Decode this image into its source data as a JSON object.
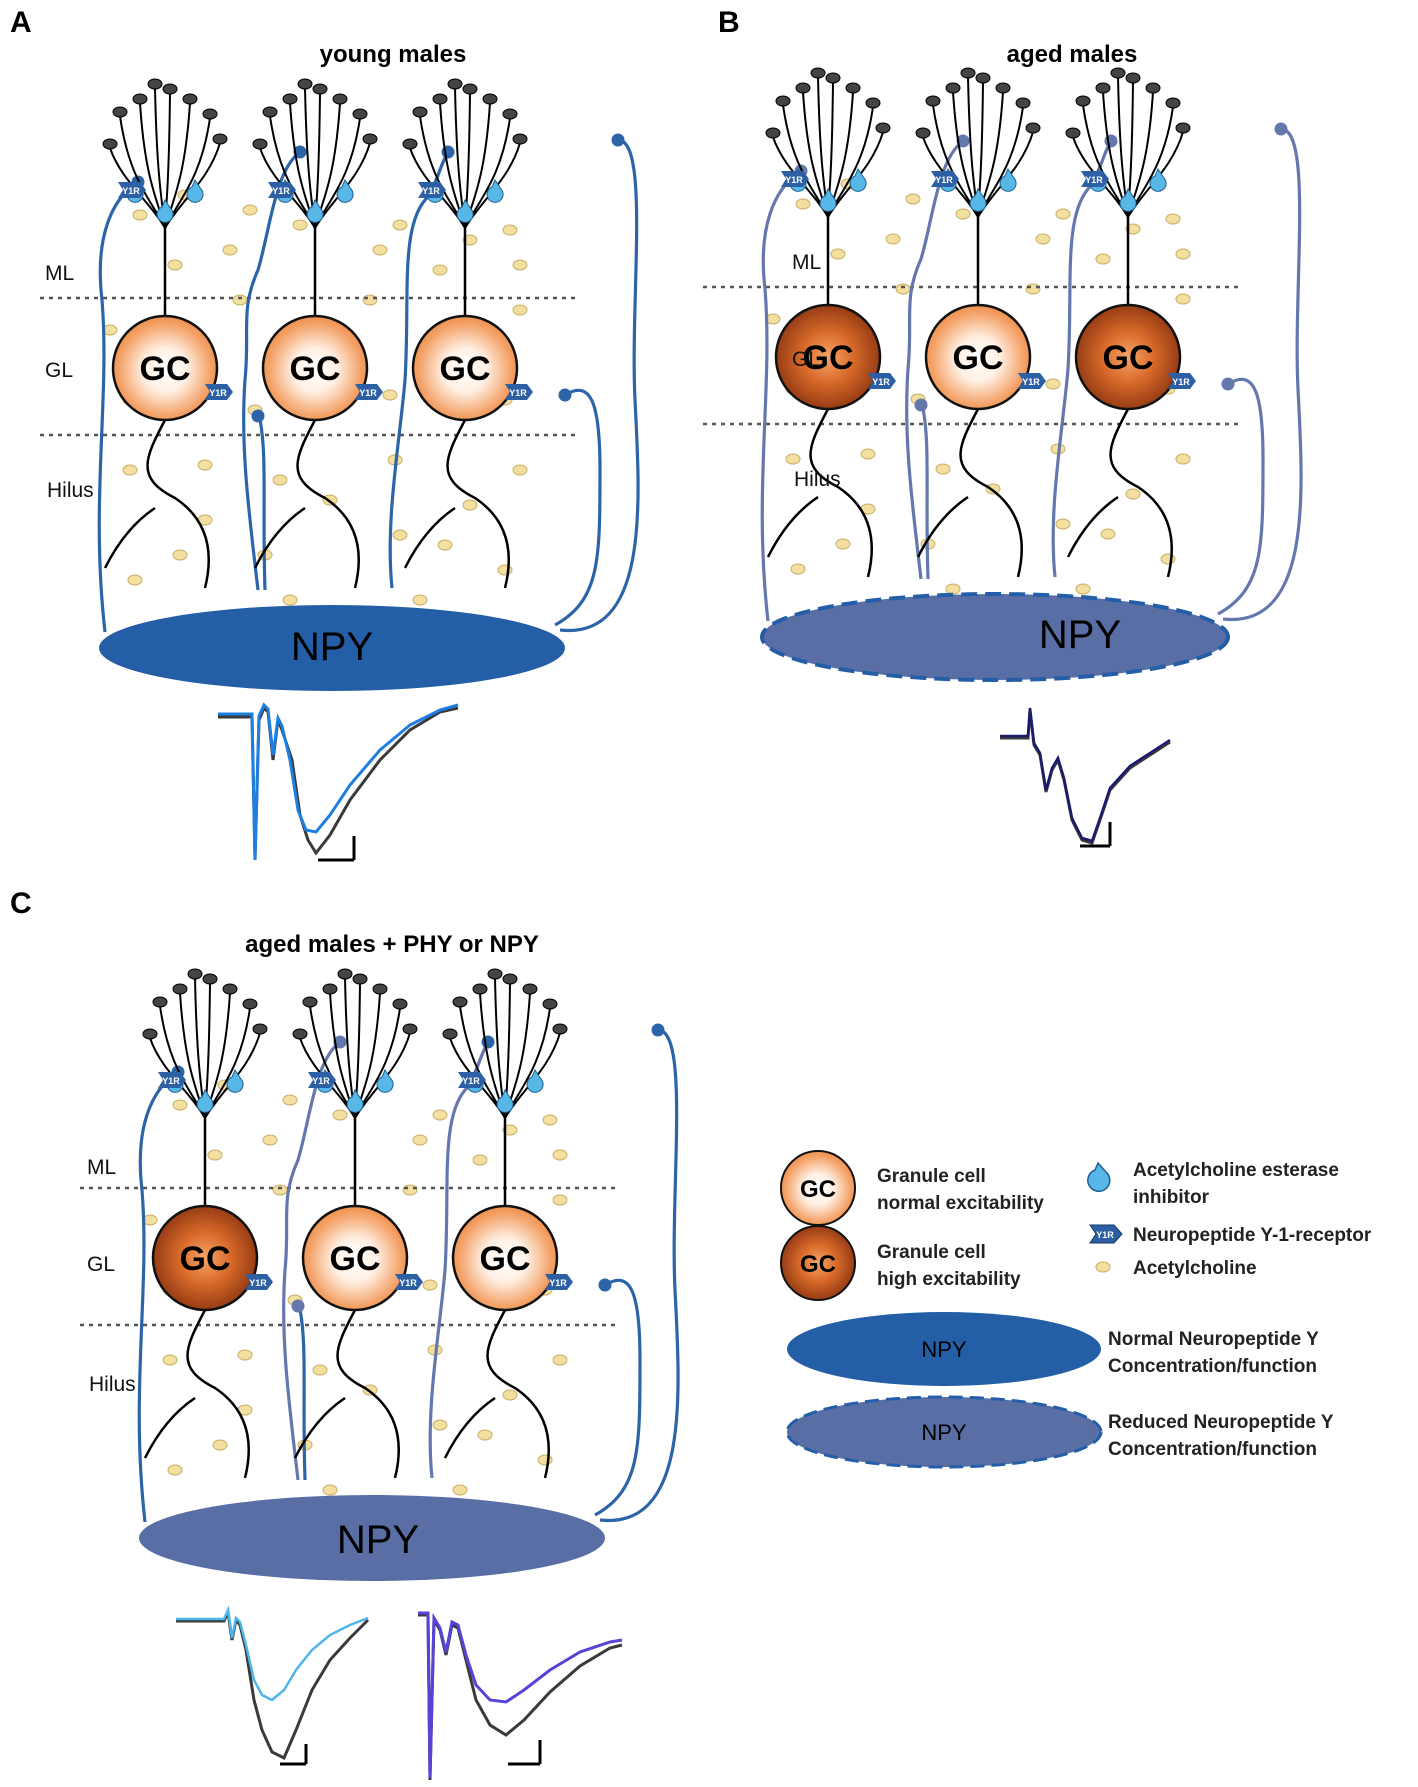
{
  "panels": [
    {
      "letter": "A",
      "title": "young males",
      "layers": {
        "ml": "ML",
        "gl": "GL",
        "hilus": "Hilus"
      },
      "npy_label": "NPY",
      "cells": [
        {
          "label": "GC",
          "excitability": "normal"
        },
        {
          "label": "GC",
          "excitability": "normal"
        },
        {
          "label": "GC",
          "excitability": "normal"
        }
      ],
      "npy_state": "normal"
    },
    {
      "letter": "B",
      "title": "aged males",
      "layers": {
        "ml": "ML",
        "gl": "GL",
        "hilus": "Hilus"
      },
      "npy_label": "NPY",
      "cells": [
        {
          "label": "GC",
          "excitability": "high"
        },
        {
          "label": "GC",
          "excitability": "normal"
        },
        {
          "label": "GC",
          "excitability": "high"
        }
      ],
      "npy_state": "reduced"
    },
    {
      "letter": "C",
      "title": "aged males + PHY or NPY",
      "layers": {
        "ml": "ML",
        "gl": "GL",
        "hilus": "Hilus"
      },
      "npy_label": "NPY",
      "cells": [
        {
          "label": "GC",
          "excitability": "high"
        },
        {
          "label": "GC",
          "excitability": "normal"
        },
        {
          "label": "GC",
          "excitability": "normal"
        }
      ],
      "npy_state": "restored"
    }
  ],
  "receptor_label": "Y1R",
  "legend": {
    "gc_normal": {
      "symbol": "GC",
      "line1": "Granule cell",
      "line2": "normal excitability"
    },
    "gc_high": {
      "symbol": "GC",
      "line1": "Granule cell",
      "line2": "high excitability"
    },
    "ache": {
      "line1": "Acetylcholine esterase",
      "line2": "inhibitor"
    },
    "y1r": {
      "symbol": "Y1R",
      "line1": "Neuropeptide Y-1-receptor"
    },
    "ach": {
      "line1": "Acetylcholine"
    },
    "npy_normal": {
      "symbol": "NPY",
      "line1": "Normal Neuropeptide Y",
      "line2": "Concentration/function"
    },
    "npy_reduced": {
      "symbol": "NPY",
      "line1": "Reduced Neuropeptide Y",
      "line2": "Concentration/function"
    }
  },
  "colors": {
    "npy_normal": "#245ea6",
    "npy_reduced": "#5a6ea6",
    "npy_restored": "#5a6ea6",
    "fiber_normal": "#2c64a8",
    "fiber_reduced": "#6478ad",
    "receptor": "#2c5fa3",
    "ache": "#57b8e8",
    "ach": "#f3dfa0",
    "spine": "#444444",
    "gc_normal_edge": "#f08a44",
    "gc_high_center": "#d46a2a",
    "gc_high_edge": "#7a2c0c"
  }
}
